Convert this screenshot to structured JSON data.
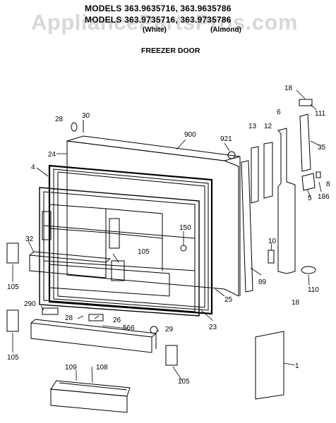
{
  "header": {
    "models_line_1": "MODELS 363.9635716, 363.9635786",
    "models_line_2": "MODELS 363.9735716, 363.9735786",
    "variant_white": "(White)",
    "variant_almond": "(Almond)",
    "title": "FREEZER DOOR",
    "watermark": "AppliancePartsPros.com"
  },
  "callouts": {
    "p1": "1",
    "p4": "4",
    "p5": "5",
    "p6": "6",
    "p8": "8",
    "p10": "10",
    "p12": "12",
    "p13": "13",
    "p18a": "18",
    "p18b": "18",
    "p23": "23",
    "p24": "24",
    "p25": "25",
    "p26": "26",
    "p28a": "28",
    "p28b": "28",
    "p29": "29",
    "p30": "30",
    "p32": "32",
    "p35": "35",
    "p89": "89",
    "p105a": "105",
    "p105b": "105",
    "p105c": "105",
    "p105d": "105",
    "p108": "108",
    "p109": "109",
    "p110": "110",
    "p111": "111",
    "p150": "150",
    "p186": "186",
    "p290": "290",
    "p566": "566",
    "p900": "900",
    "p921": "921"
  }
}
